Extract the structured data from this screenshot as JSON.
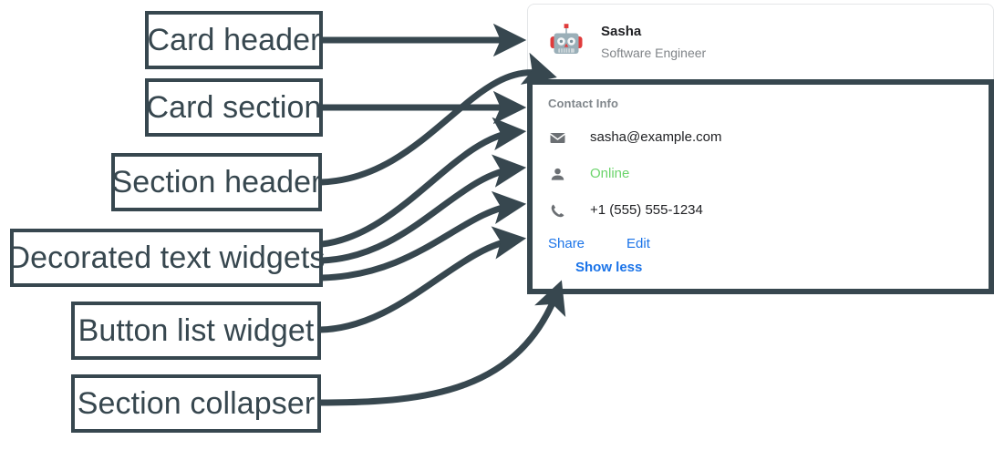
{
  "annotations": [
    {
      "id": "card-header",
      "label": "Card header"
    },
    {
      "id": "card-section",
      "label": "Card section"
    },
    {
      "id": "section-header",
      "label": "Section header"
    },
    {
      "id": "decorated-text",
      "label": "Decorated text widgets"
    },
    {
      "id": "button-list",
      "label": "Button list widget"
    },
    {
      "id": "section-collapser",
      "label": "Section collapser"
    }
  ],
  "card": {
    "header": {
      "avatar_icon": "robot-avatar-icon",
      "title": "Sasha",
      "subtitle": "Software Engineer"
    },
    "section": {
      "header": "Contact Info",
      "rows": [
        {
          "icon": "email-icon",
          "text": "sasha@example.com",
          "color": "#202124"
        },
        {
          "icon": "person-icon",
          "text": "Online",
          "color": "#6bd46b"
        },
        {
          "icon": "phone-icon",
          "text": "+1 (555) 555-1234",
          "color": "#202124"
        }
      ],
      "buttons": [
        {
          "label": "Share"
        },
        {
          "label": "Edit"
        }
      ],
      "collapser": {
        "label": "Show less"
      }
    }
  },
  "colors": {
    "annotation_stroke": "#37474f",
    "link_blue": "#1a73e8",
    "status_green": "#6bd46b",
    "muted_gray": "#80868b",
    "card_border": "#e4e6e8"
  }
}
